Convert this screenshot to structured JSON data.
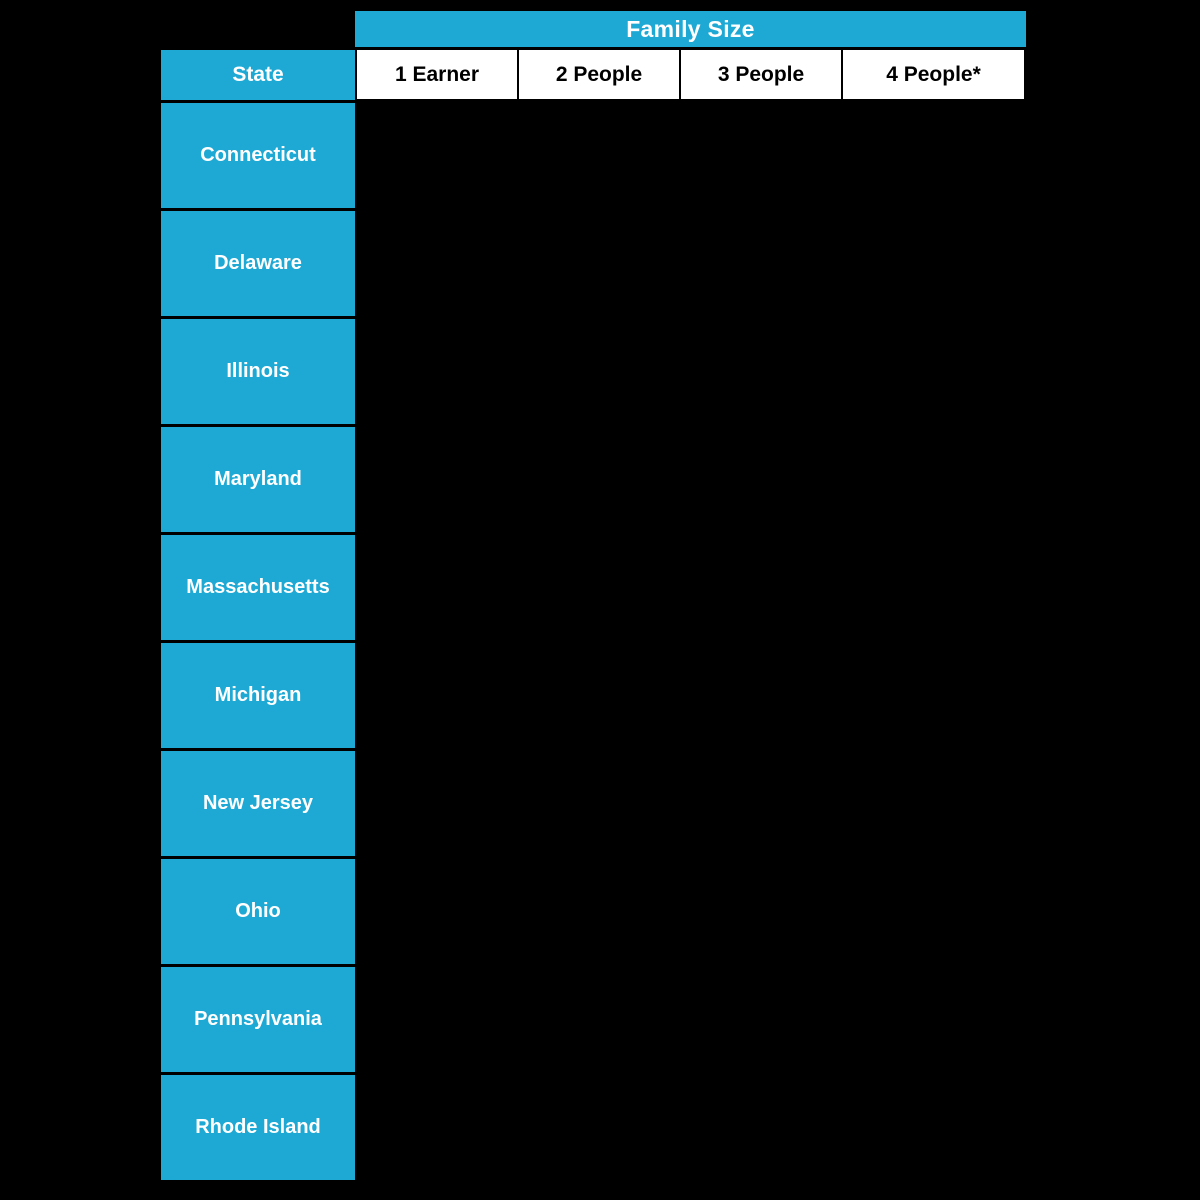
{
  "chart_data": {
    "type": "table",
    "title": "Family Size",
    "header_group_label": "Family Size",
    "row_header_label": "State",
    "column_headers": [
      "1 Earner",
      "2 People",
      "3 People",
      "4 People*"
    ],
    "row_headers": [
      "Connecticut",
      "Delaware",
      "Illinois",
      "Maryland",
      "Massachusetts",
      "Michigan",
      "New Jersey",
      "Ohio",
      "Pennsylvania",
      "Rhode Island"
    ],
    "cells_visible": false,
    "layout": {
      "grid": "off",
      "header_group_position": "top-spanning-data-columns",
      "row_headers_position": "left-column"
    },
    "colors": {
      "accent_cyan": "#1EA9D5",
      "background": "#000000",
      "column_header_bg": "#FFFFFF",
      "column_header_text": "#000000",
      "header_text": "#FFFFFF"
    }
  }
}
